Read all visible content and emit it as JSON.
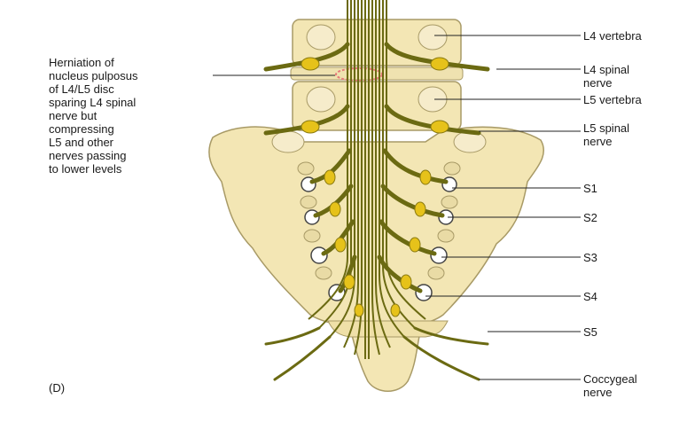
{
  "annotation": "Herniation of\nnucleus pulposus\nof L4/L5 disc\nsparing L4 spinal\nnerve but\ncompressing\nL5 and other\nnerves passing\nto lower levels",
  "panel_letter": "(D)",
  "labels": {
    "l4_vertebra": "L4 vertebra",
    "l4_spinal_nerve": "L4 spinal\nnerve",
    "l5_vertebra": "L5 vertebra",
    "l5_spinal_nerve": "L5 spinal\nnerve",
    "s1": "S1",
    "s2": "S2",
    "s3": "S3",
    "s4": "S4",
    "s5": "S5",
    "coccygeal_nerve": "Coccygeal\nnerve"
  },
  "colors": {
    "bone": "#f3e6b4",
    "bone_edge": "#a89a66",
    "nerve": "#6b6a12",
    "ganglion": "#e6c21a",
    "herniation": "#e87a7a"
  }
}
